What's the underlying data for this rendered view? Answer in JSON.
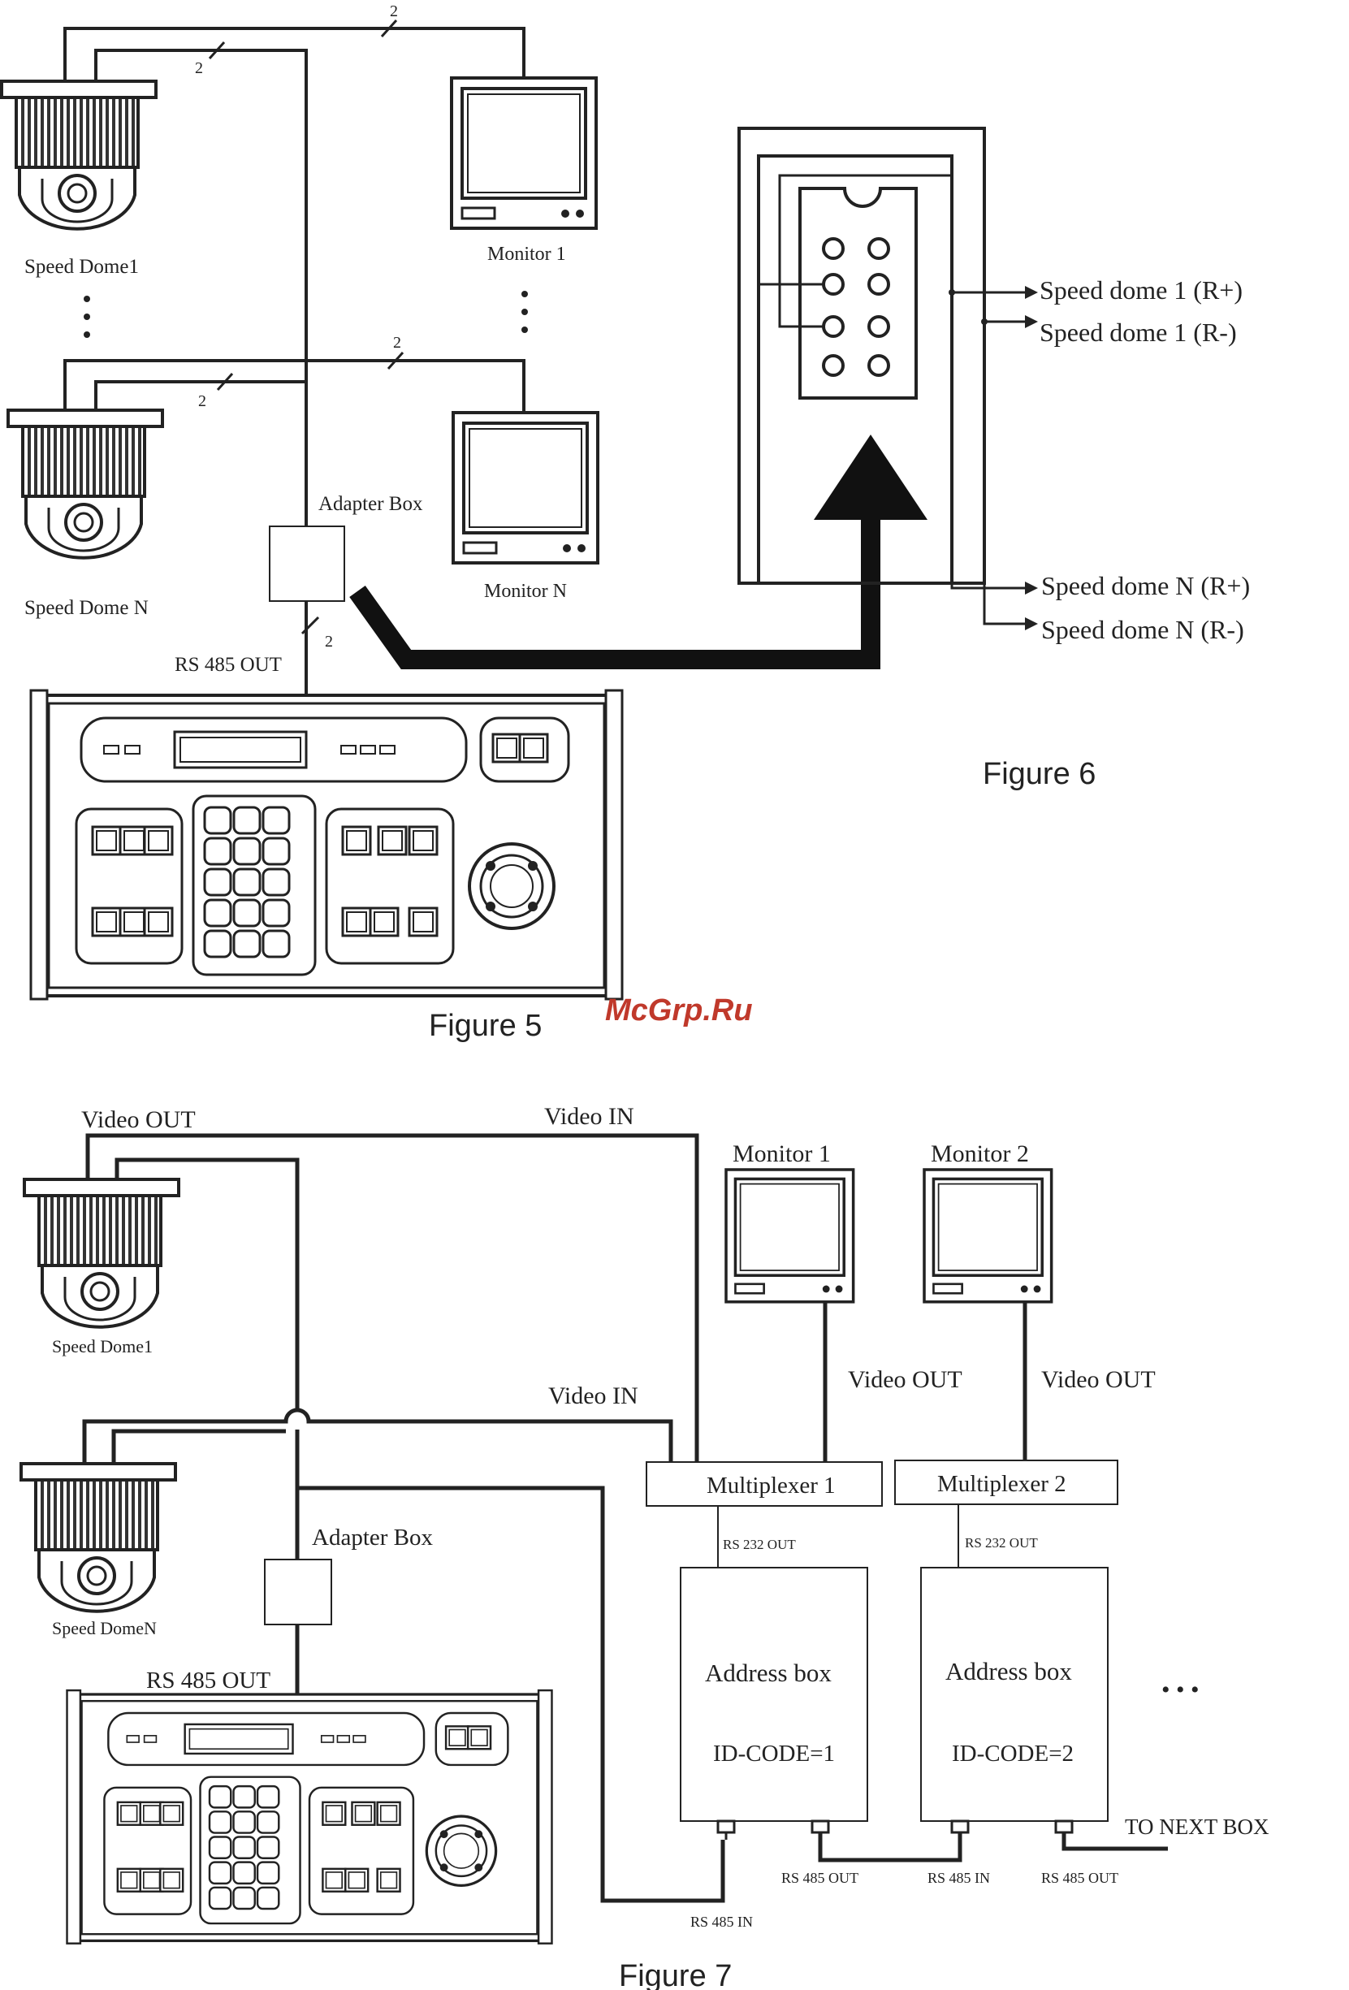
{
  "watermark": "McGrp.Ru",
  "figure5": {
    "caption": "Figure 5",
    "wire_count_top": "2",
    "wire_count_top_inner": "2",
    "wire_count_mid": "2",
    "wire_count_mid_inner": "2",
    "wire_count_bottom": "2",
    "dome_1": "Speed Dome1",
    "dome_n": "Speed Dome N",
    "monitor_1": "Monitor 1",
    "monitor_n": "Monitor N",
    "adapter_box": "Adapter Box",
    "rs485_out": "RS 485 OUT"
  },
  "figure6": {
    "caption": "Figure 6",
    "dome1_rplus": "Speed dome 1 (R+)",
    "dome1_rminus": "Speed dome 1 (R-)",
    "domen_rplus": "Speed dome N (R+)",
    "domen_rminus": "Speed dome N (R-)"
  },
  "figure7": {
    "caption": "Figure 7",
    "video_out_top": "Video OUT",
    "video_in_top": "Video IN",
    "video_in_mid": "Video IN",
    "dome_1": "Speed Dome1",
    "dome_n": "Speed DomeN",
    "monitor_1": "Monitor 1",
    "monitor_2": "Monitor 2",
    "video_out_1": "Video OUT",
    "video_out_2": "Video OUT",
    "mux_1": "Multiplexer  1",
    "mux_2": "Multiplexer  2",
    "rs232_1": "RS 232 OUT",
    "rs232_2": "RS 232 OUT",
    "addr_1": "Address box",
    "addr_2": "Address box",
    "id_1": "ID-CODE=1",
    "id_2": "ID-CODE=2",
    "ellipsis": "•  •  •",
    "adapter_box": "Adapter Box",
    "rs485_out": "RS 485 OUT",
    "rs485_in": "RS 485 IN",
    "rs485_out_1": "RS 485 OUT",
    "rs485_in_2": "RS 485 IN",
    "rs485_out_2": "RS 485 OUT",
    "to_next_box": "TO NEXT BOX"
  }
}
